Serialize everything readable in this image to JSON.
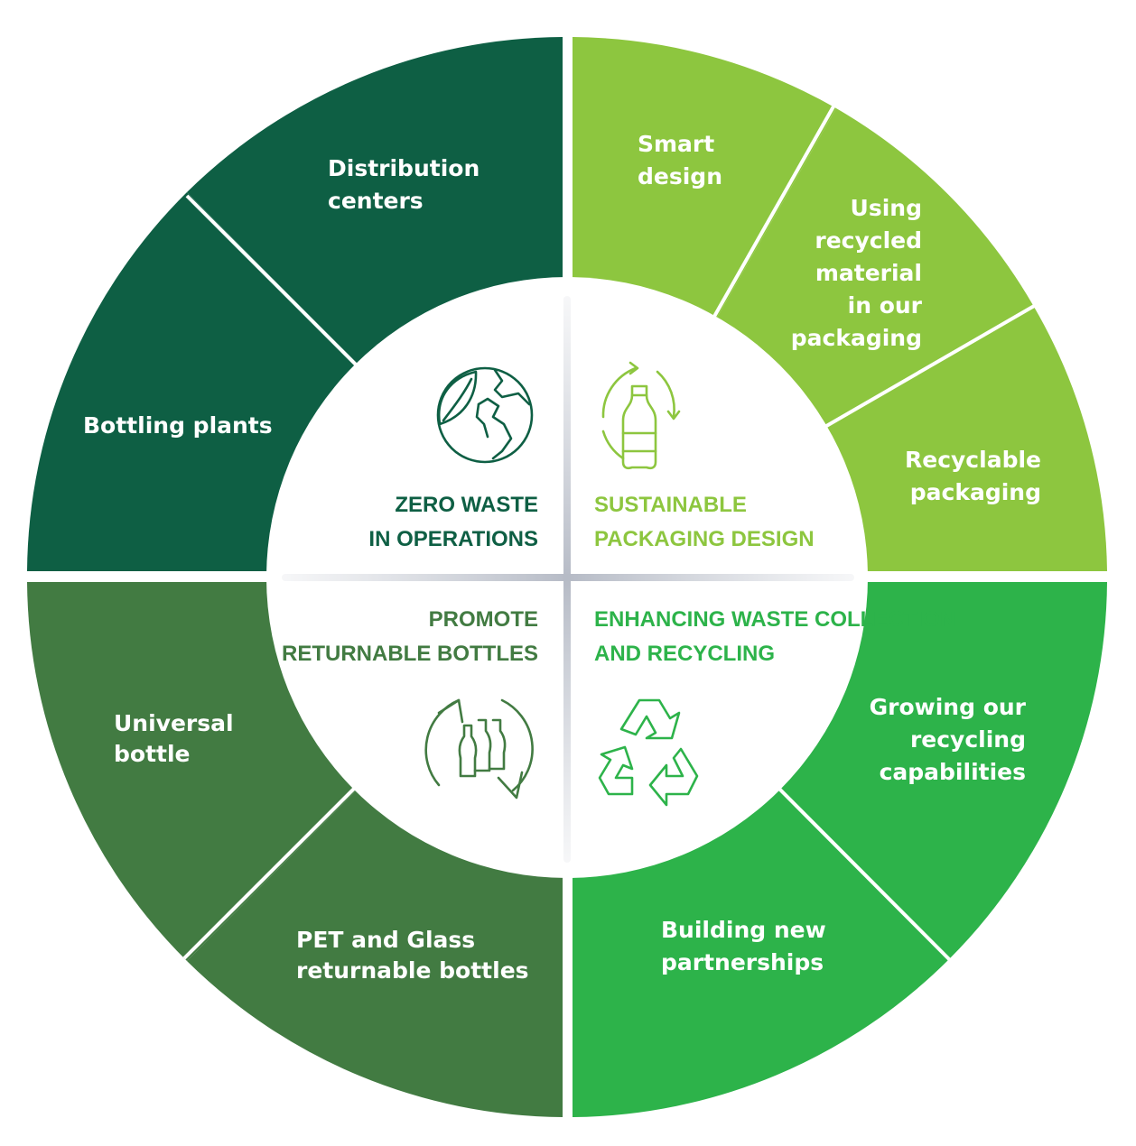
{
  "colors": {
    "dark_green": "#0e5f44",
    "light_green": "#8dc63f",
    "mid_green": "#427b42",
    "bright_green": "#2db34a",
    "divider": "#c5c9d2"
  },
  "segments": {
    "distribution_centers": [
      "Distribution",
      "centers"
    ],
    "bottling_plants": [
      "Bottling plants"
    ],
    "smart_design": [
      "Smart",
      "design"
    ],
    "using_recycled": [
      "Using",
      "recycled",
      "material",
      "in our",
      "packaging"
    ],
    "recyclable_packaging": [
      "Recyclable",
      "packaging"
    ],
    "universal_bottle": [
      "Universal",
      "bottle"
    ],
    "pet_glass": [
      "PET and Glass",
      "returnable bottles"
    ],
    "growing_recycling": [
      "Growing our",
      "recycling",
      "capabilities"
    ],
    "building_partnerships": [
      "Building new",
      "partnerships"
    ]
  },
  "center": {
    "zero_waste": [
      "ZERO WASTE",
      "IN OPERATIONS"
    ],
    "sustainable_packaging": [
      "SUSTAINABLE",
      "PACKAGING DESIGN"
    ],
    "promote_returnable": [
      "PROMOTE",
      "RETURNABLE BOTTLES"
    ],
    "enhancing_waste": [
      "ENHANCING WASTE COLLECTION",
      "AND RECYCLING"
    ]
  },
  "icons": {
    "zero_waste": "globe-leaf-icon",
    "sustainable_packaging": "bottle-cycle-icon",
    "promote_returnable": "returnable-bottles-icon",
    "enhancing_waste": "recycle-icon"
  }
}
